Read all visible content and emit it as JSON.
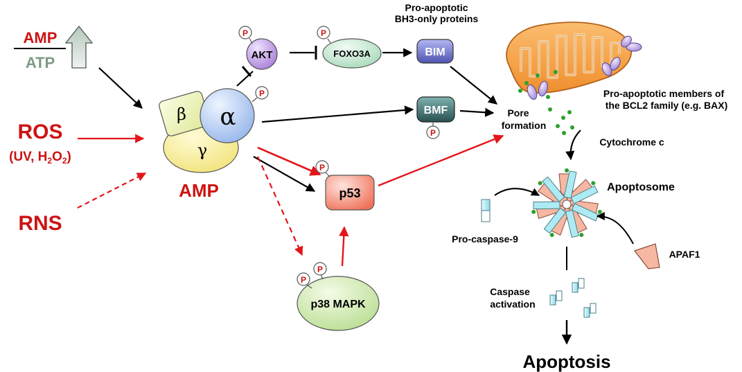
{
  "inputs": {
    "amp_label": "AMP",
    "atp_label": "ATP",
    "ros_label": "ROS",
    "ros_sub_pre": "(UV, H",
    "ros_sub_2a": "2",
    "ros_sub_mid": "O",
    "ros_sub_2b": "2",
    "ros_sub_post": ")",
    "rns_label": "RNS"
  },
  "ampk": {
    "beta_label": "β",
    "alpha_label": "α",
    "gamma_label": "γ",
    "amp_label": "AMP"
  },
  "nodes": {
    "akt": "AKT",
    "foxo3a": "FOXO3A",
    "bim": "BIM",
    "bmf": "BMF",
    "p53": "p53",
    "p38": "p38 MAPK",
    "phospho": "P"
  },
  "annotations": {
    "bh3_line1": "Pro-apoptotic",
    "bh3_line2": "BH3-only proteins",
    "bcl2_line1": "Pro-apoptotic members of",
    "bcl2_line2": "the BCL2 family (e.g. BAX)",
    "pore_line1": "Pore",
    "pore_line2": "formation",
    "cytochrome": "Cytochrome c",
    "apoptosome": "Apoptosome",
    "procaspase": "Pro-caspase-9",
    "apaf1": "APAF1",
    "caspase_line1": "Caspase",
    "caspase_line2": "activation",
    "apoptosis": "Apoptosis"
  },
  "colors": {
    "activation": "#000000",
    "stress_red": "#e3151b",
    "amp_red": "#cc1313",
    "atp_green": "#7c9b84",
    "mitochondrion": "#f5a04a",
    "alpha_blue": "#b9d0f2",
    "beta_green": "#eef3b2",
    "gamma_yellow": "#f3eb8a",
    "akt_purple": "#c39ae8",
    "foxo_green": "#c8ead6",
    "bim_blue": "#7b7fd0",
    "bmf_teal": "#3f7373",
    "p53_salmon": "#f5907c",
    "p38_green": "#d4ecb0",
    "caspase_cyan": "#aeeaf3",
    "apoptosome_salmon": "#f6b8a2",
    "green_dot": "#2da02d"
  }
}
